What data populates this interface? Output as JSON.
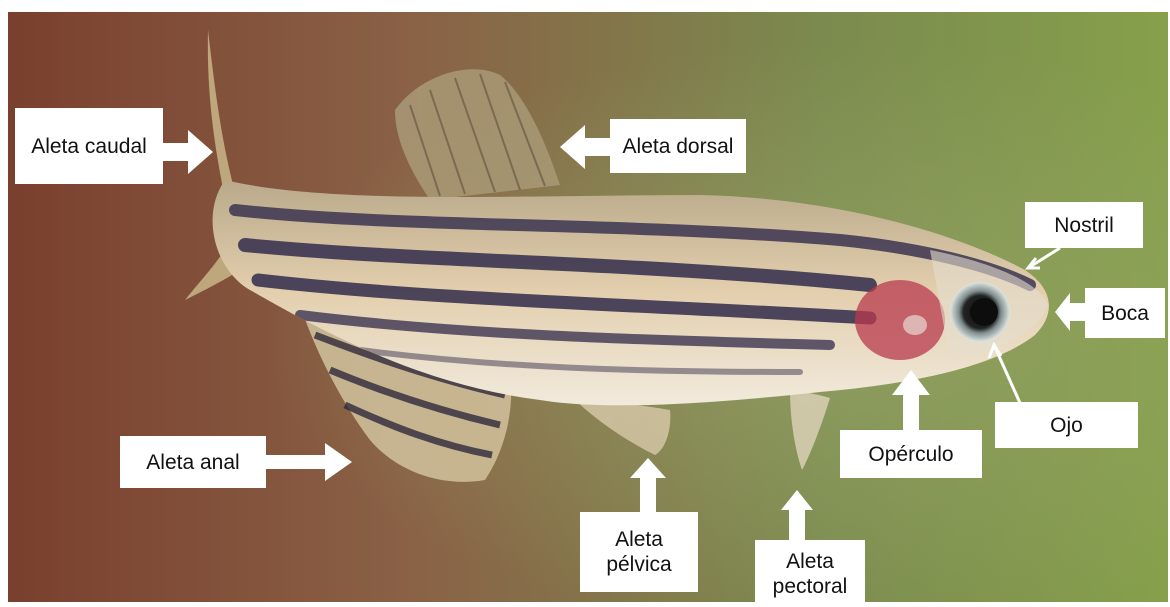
{
  "labels": {
    "aleta_caudal": "Aleta caudal",
    "aleta_dorsal": "Aleta dorsal",
    "nostril": "Nostril",
    "boca": "Boca",
    "ojo": "Ojo",
    "operculo": "Opérculo",
    "aleta_anal": "Aleta anal",
    "aleta_pelvica_line1": "Aleta",
    "aleta_pelvica_line2": "pélvica",
    "aleta_pectoral_line1": "Aleta",
    "aleta_pectoral_line2": "pectoral"
  },
  "colors": {
    "label_background": "#ffffff",
    "arrow": "#ffffff",
    "stripe_dark": "#3b3450",
    "body_light": "#d9c7a8",
    "background_left": "#7a4a36",
    "background_right": "#7b9a4a",
    "operculum": "#b8394e"
  },
  "subject": "zebrafish"
}
